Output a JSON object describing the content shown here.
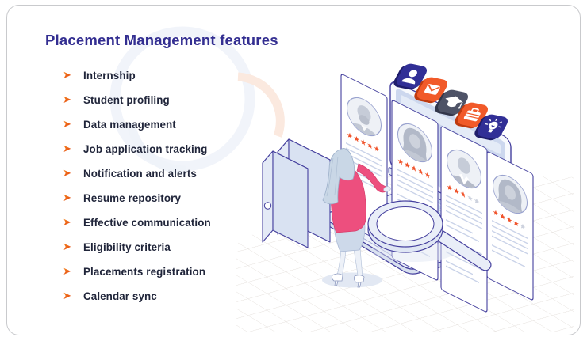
{
  "header": {
    "title": "Placement Management features"
  },
  "features": {
    "bullet": "➤",
    "items": [
      "Internship",
      "Student profiling",
      "Data management",
      "Job application tracking",
      "Notification and alerts",
      "Resume repository",
      "Effective communication",
      "Eligibility criteria",
      "Placements registration",
      "Calendar sync"
    ]
  },
  "illustration": {
    "app_icons": [
      "user-icon",
      "mail-icon",
      "graduation-cap-icon",
      "briefcase-icon",
      "lightbulb-icon"
    ],
    "profile_cards": [
      {
        "avatar": "male",
        "stars": 5,
        "stars_max": 5
      },
      {
        "avatar": "female",
        "stars": 5,
        "stars_max": 5
      },
      {
        "avatar": "male",
        "stars": 3,
        "stars_max": 5
      },
      {
        "avatar": "female",
        "stars": 4,
        "stars_max": 5
      }
    ],
    "objects": [
      "laptop",
      "magnifying-glass",
      "ring-binders",
      "person-figure",
      "isometric-grid-floor"
    ]
  },
  "colors": {
    "title": "#332e91",
    "text": "#20253a",
    "accent_orange": "#f15a29",
    "outline_indigo": "#45409e",
    "icon_indigo": "#312f96",
    "icon_slate": "#4e5367",
    "star_orange": "#f0542c",
    "star_gray": "#cdd2de",
    "pink": "#ed4f7e",
    "frame_border": "#c9cacd"
  }
}
